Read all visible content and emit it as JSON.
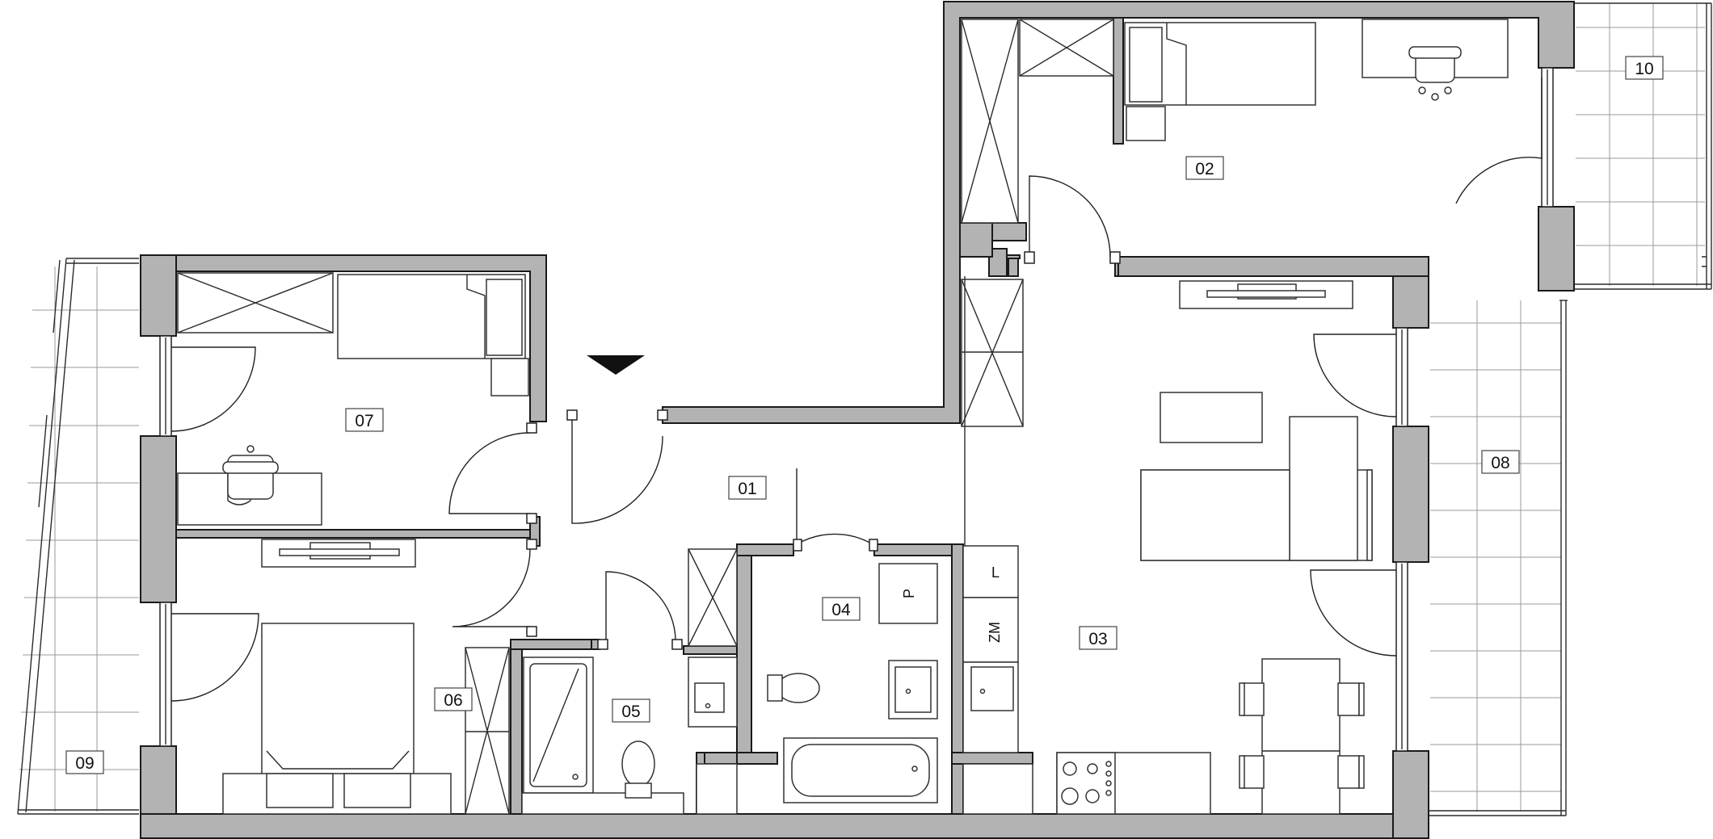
{
  "plan": {
    "rooms": [
      {
        "id": "room-01",
        "label": "01"
      },
      {
        "id": "room-02",
        "label": "02"
      },
      {
        "id": "room-03",
        "label": "03"
      },
      {
        "id": "room-04",
        "label": "04"
      },
      {
        "id": "room-05",
        "label": "05"
      },
      {
        "id": "room-06",
        "label": "06"
      },
      {
        "id": "room-07",
        "label": "07"
      },
      {
        "id": "room-08",
        "label": "08"
      },
      {
        "id": "room-09",
        "label": "09"
      },
      {
        "id": "room-10",
        "label": "10"
      }
    ],
    "symbols": {
      "fridge": "L",
      "freezer": "ZM",
      "washer": "P"
    },
    "entrance_marker": "entrance-arrow-icon"
  }
}
